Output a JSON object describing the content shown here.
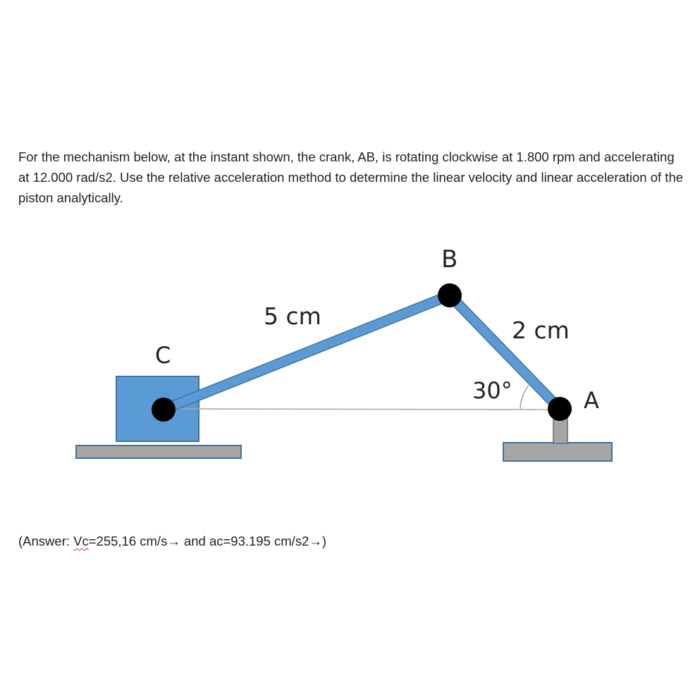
{
  "problem": {
    "text": "For the mechanism below, at the instant shown, the crank, AB, is rotating clockwise at 1.800 rpm and accelerating at 12.000 rad/s2. Use the relative acceleration method to determine the linear velocity and linear acceleration of the piston analytically."
  },
  "diagram": {
    "labels": {
      "point_b": "B",
      "point_c": "C",
      "point_a": "A",
      "link_cb_length": "5 cm",
      "link_ab_length": "2 cm",
      "angle": "30°"
    },
    "colors": {
      "link": "#5b9bd5",
      "link_outline": "#41719c",
      "ground": "#a6a6a6",
      "ground_outline": "#41719c",
      "pin": "#000000",
      "reference_line": "#a6a6a6"
    }
  },
  "answer": {
    "prefix": "(Answer: ",
    "vc_symbol": "Vc",
    "rest": "=255,16 cm/s→ and ac=93.195 cm/s2→)"
  }
}
